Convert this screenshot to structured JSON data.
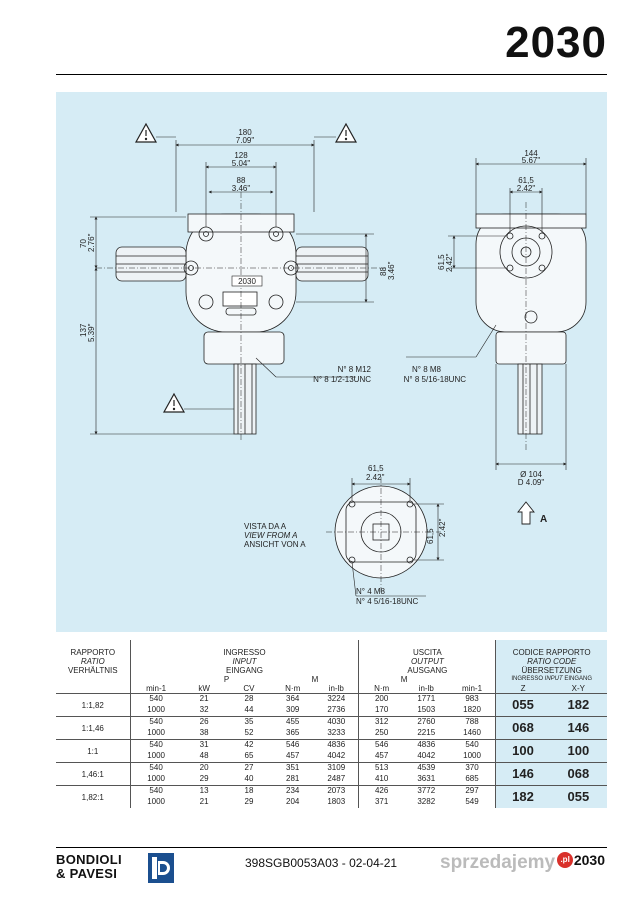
{
  "header": {
    "model": "2030"
  },
  "drawing": {
    "dims": {
      "d180": "180",
      "d180_in": "7.09\"",
      "d128": "128",
      "d128_in": "5.04\"",
      "d88": "88",
      "d88_in": "3.46\"",
      "d70": "70",
      "d70_in": "2.76\"",
      "d137": "137",
      "d137_in": "5.39\"",
      "d88v": "88",
      "d88v_in": "3.46\"",
      "d144": "144",
      "d144_in": "5.67\"",
      "d615a": "61,5",
      "d615a_in": "2.42\"",
      "d615b": "61,5",
      "d615b_in": "2.42\"",
      "d615c": "61,5",
      "d615c_in": "2.42\"",
      "d615d": "61,5",
      "d615d_in": "2.42\"",
      "d104": "Ø 104",
      "d104_in": "D 4.09\""
    },
    "body_label": "2030",
    "bolts_front_1": "N° 8 M12",
    "bolts_front_2": "N° 8 1/2-13UNC",
    "bolts_side_1": "N° 8 M8",
    "bolts_side_2": "N° 8 5/16-18UNC",
    "bolts_bottom_1": "N° 4 M8",
    "bolts_bottom_2": "N° 4 5/16-18UNC",
    "view_it": "VISTA DA A",
    "view_en": "VIEW FROM A",
    "view_de": "ANSICHT VON A",
    "arrow_label": "A"
  },
  "table": {
    "h_ratio": [
      "RAPPORTO",
      "RATIO",
      "VERHÄLTNIS"
    ],
    "h_input": [
      "INGRESSO",
      "INPUT",
      "EINGANG"
    ],
    "h_output": [
      "USCITA",
      "OUTPUT",
      "AUSGANG"
    ],
    "h_code": [
      "CODICE RAPPORTO",
      "RATIO CODE",
      "ÜBERSETZUNG"
    ],
    "h_code_sub": [
      "INGRESSO",
      "INPUT",
      "EINGANG"
    ],
    "h_P": "P",
    "h_M_in": "M",
    "h_M_out": "M",
    "units": [
      "min-1",
      "kW",
      "CV",
      "N·m",
      "in-lb",
      "N·m",
      "in-lb",
      "min-1",
      "Z",
      "X-Y"
    ],
    "rows": [
      {
        "ratio": "1:1,82",
        "lines": [
          [
            "540",
            "21",
            "28",
            "364",
            "3224",
            "200",
            "1771",
            "983"
          ],
          [
            "1000",
            "32",
            "44",
            "309",
            "2736",
            "170",
            "1503",
            "1820"
          ]
        ],
        "z": "055",
        "xy": "182"
      },
      {
        "ratio": "1:1,46",
        "lines": [
          [
            "540",
            "26",
            "35",
            "455",
            "4030",
            "312",
            "2760",
            "788"
          ],
          [
            "1000",
            "38",
            "52",
            "365",
            "3233",
            "250",
            "2215",
            "1460"
          ]
        ],
        "z": "068",
        "xy": "146"
      },
      {
        "ratio": "1:1",
        "lines": [
          [
            "540",
            "31",
            "42",
            "546",
            "4836",
            "546",
            "4836",
            "540"
          ],
          [
            "1000",
            "48",
            "65",
            "457",
            "4042",
            "457",
            "4042",
            "1000"
          ]
        ],
        "z": "100",
        "xy": "100"
      },
      {
        "ratio": "1,46:1",
        "lines": [
          [
            "540",
            "20",
            "27",
            "351",
            "3109",
            "513",
            "4539",
            "370"
          ],
          [
            "1000",
            "29",
            "40",
            "281",
            "2487",
            "410",
            "3631",
            "685"
          ]
        ],
        "z": "146",
        "xy": "068"
      },
      {
        "ratio": "1,82:1",
        "lines": [
          [
            "540",
            "13",
            "18",
            "234",
            "2073",
            "426",
            "3772",
            "297"
          ],
          [
            "1000",
            "21",
            "29",
            "204",
            "1803",
            "371",
            "3282",
            "549"
          ]
        ],
        "z": "182",
        "xy": "055"
      }
    ]
  },
  "footer": {
    "brand_line1": "BONDIOLI",
    "brand_line2": "& PAVESI",
    "doc_code": "398SGB0053A03 - 02-04-21",
    "model": "2030",
    "watermark": "sprzedajemy",
    "watermark_tld": ".pl"
  },
  "colors": {
    "panel": "#d6ecf5",
    "line": "#222222"
  }
}
